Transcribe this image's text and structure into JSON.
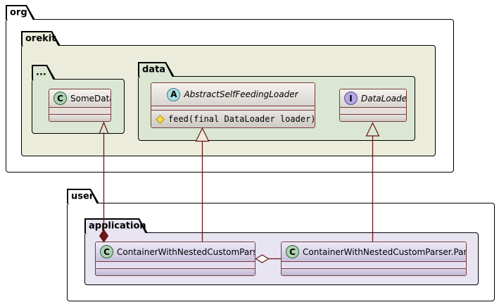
{
  "colors": {
    "canvas-bg": "#ffffff",
    "package-border": "#000000",
    "package-white": "#ffffff",
    "package-olive": "#ececda",
    "package-green": "#dbe7d2",
    "package-lavender": "#e9e4f2",
    "class-border": "#7b3b3b",
    "arrow": "#6b1616",
    "class-green-top": "#f6f2ee",
    "class-green-bottom": "#ccc9c5",
    "class-purple-top": "#eeeaf8",
    "class-purple-bottom": "#bcb4d4",
    "spot-class-bg": "#add1b2",
    "spot-abstract-bg": "#a9dcdf",
    "spot-interface-bg": "#b4a7e5",
    "visibility-protected": "#ffd944"
  },
  "packages": {
    "org": "org",
    "orekit": "orekit",
    "dots": "...",
    "data": "data",
    "user": "user",
    "application": "application"
  },
  "classes": {
    "somedata": {
      "spot": "C",
      "name": "SomeData"
    },
    "abstract_self_feeding_loader": {
      "spot": "A",
      "name": "AbstractSelfFeedingLoader",
      "method": "feed(final DataLoader loader)"
    },
    "dataloader": {
      "spot": "I",
      "name": "DataLoader"
    },
    "container": {
      "spot": "C",
      "name": "ContainerWithNestedCustomParser"
    },
    "parser": {
      "spot": "C",
      "name": "ContainerWithNestedCustomParser.Parser"
    }
  },
  "relations": [
    {
      "type": "composition",
      "from": "ContainerWithNestedCustomParser",
      "to": "SomeData"
    },
    {
      "type": "extends",
      "from": "ContainerWithNestedCustomParser",
      "to": "AbstractSelfFeedingLoader"
    },
    {
      "type": "implements",
      "from": "ContainerWithNestedCustomParser.Parser",
      "to": "DataLoader"
    },
    {
      "type": "aggregation",
      "from": "ContainerWithNestedCustomParser",
      "to": "ContainerWithNestedCustomParser.Parser"
    }
  ]
}
